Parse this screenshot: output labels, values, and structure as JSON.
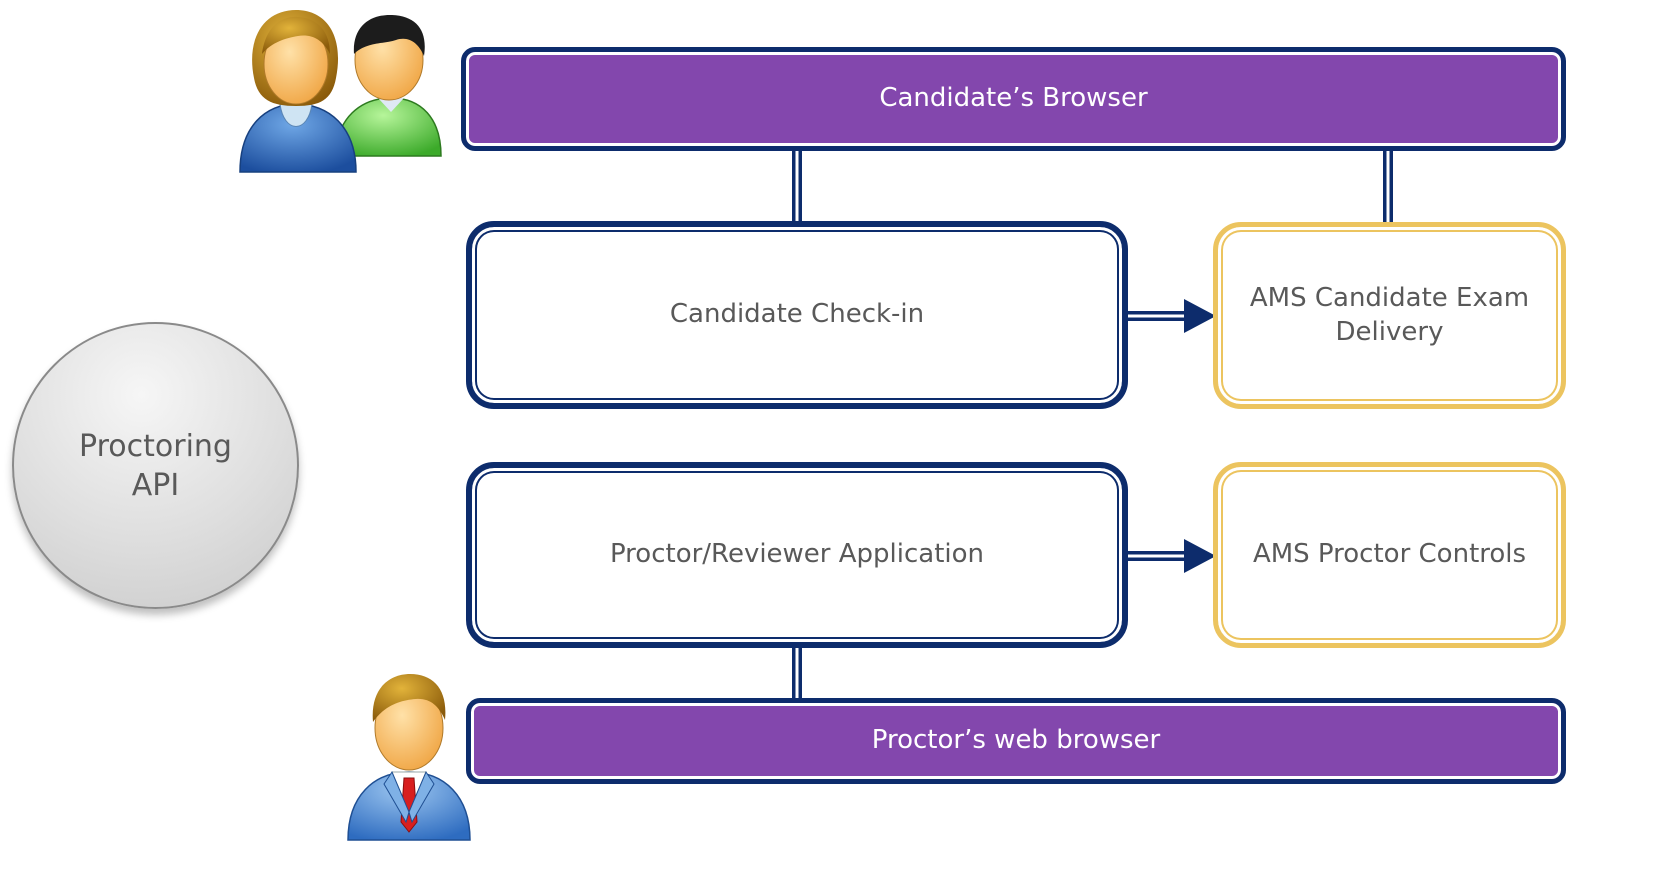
{
  "nodes": {
    "candidate_browser": "Candidate’s Browser",
    "candidate_checkin": "Candidate Check-in",
    "ams_exam_delivery_line1": "AMS Candidate Exam",
    "ams_exam_delivery_line2": "Delivery",
    "proctor_app": "Proctor/Reviewer Application",
    "ams_proctor_controls": "AMS Proctor Controls",
    "proctor_browser": "Proctor’s web browser",
    "proctoring_api_line1": "Proctoring",
    "proctoring_api_line2": "API"
  },
  "icons": {
    "candidates": "two-people-icon",
    "proctor": "businessman-icon"
  },
  "colors": {
    "purple": "#8347ad",
    "navy": "#0d2c6c",
    "gold": "#ecc45f",
    "text_gray": "#595959"
  }
}
